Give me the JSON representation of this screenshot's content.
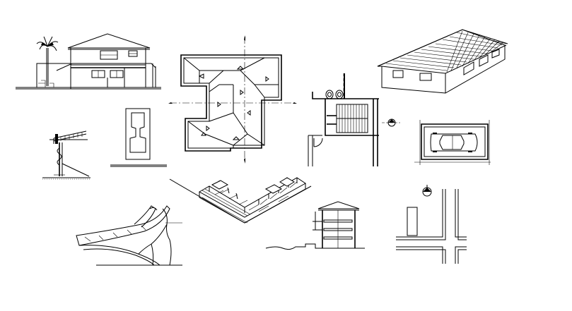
{
  "sheet": {
    "background": "#ffffff",
    "ink": "#000000",
    "drawings": [
      "house-elevation",
      "roof-plan",
      "house-3d",
      "wall-section",
      "column-detail",
      "stair-plan",
      "car-garage-plan",
      "spiral-stair",
      "brick-corner-3d",
      "building-section",
      "road-intersection"
    ]
  }
}
